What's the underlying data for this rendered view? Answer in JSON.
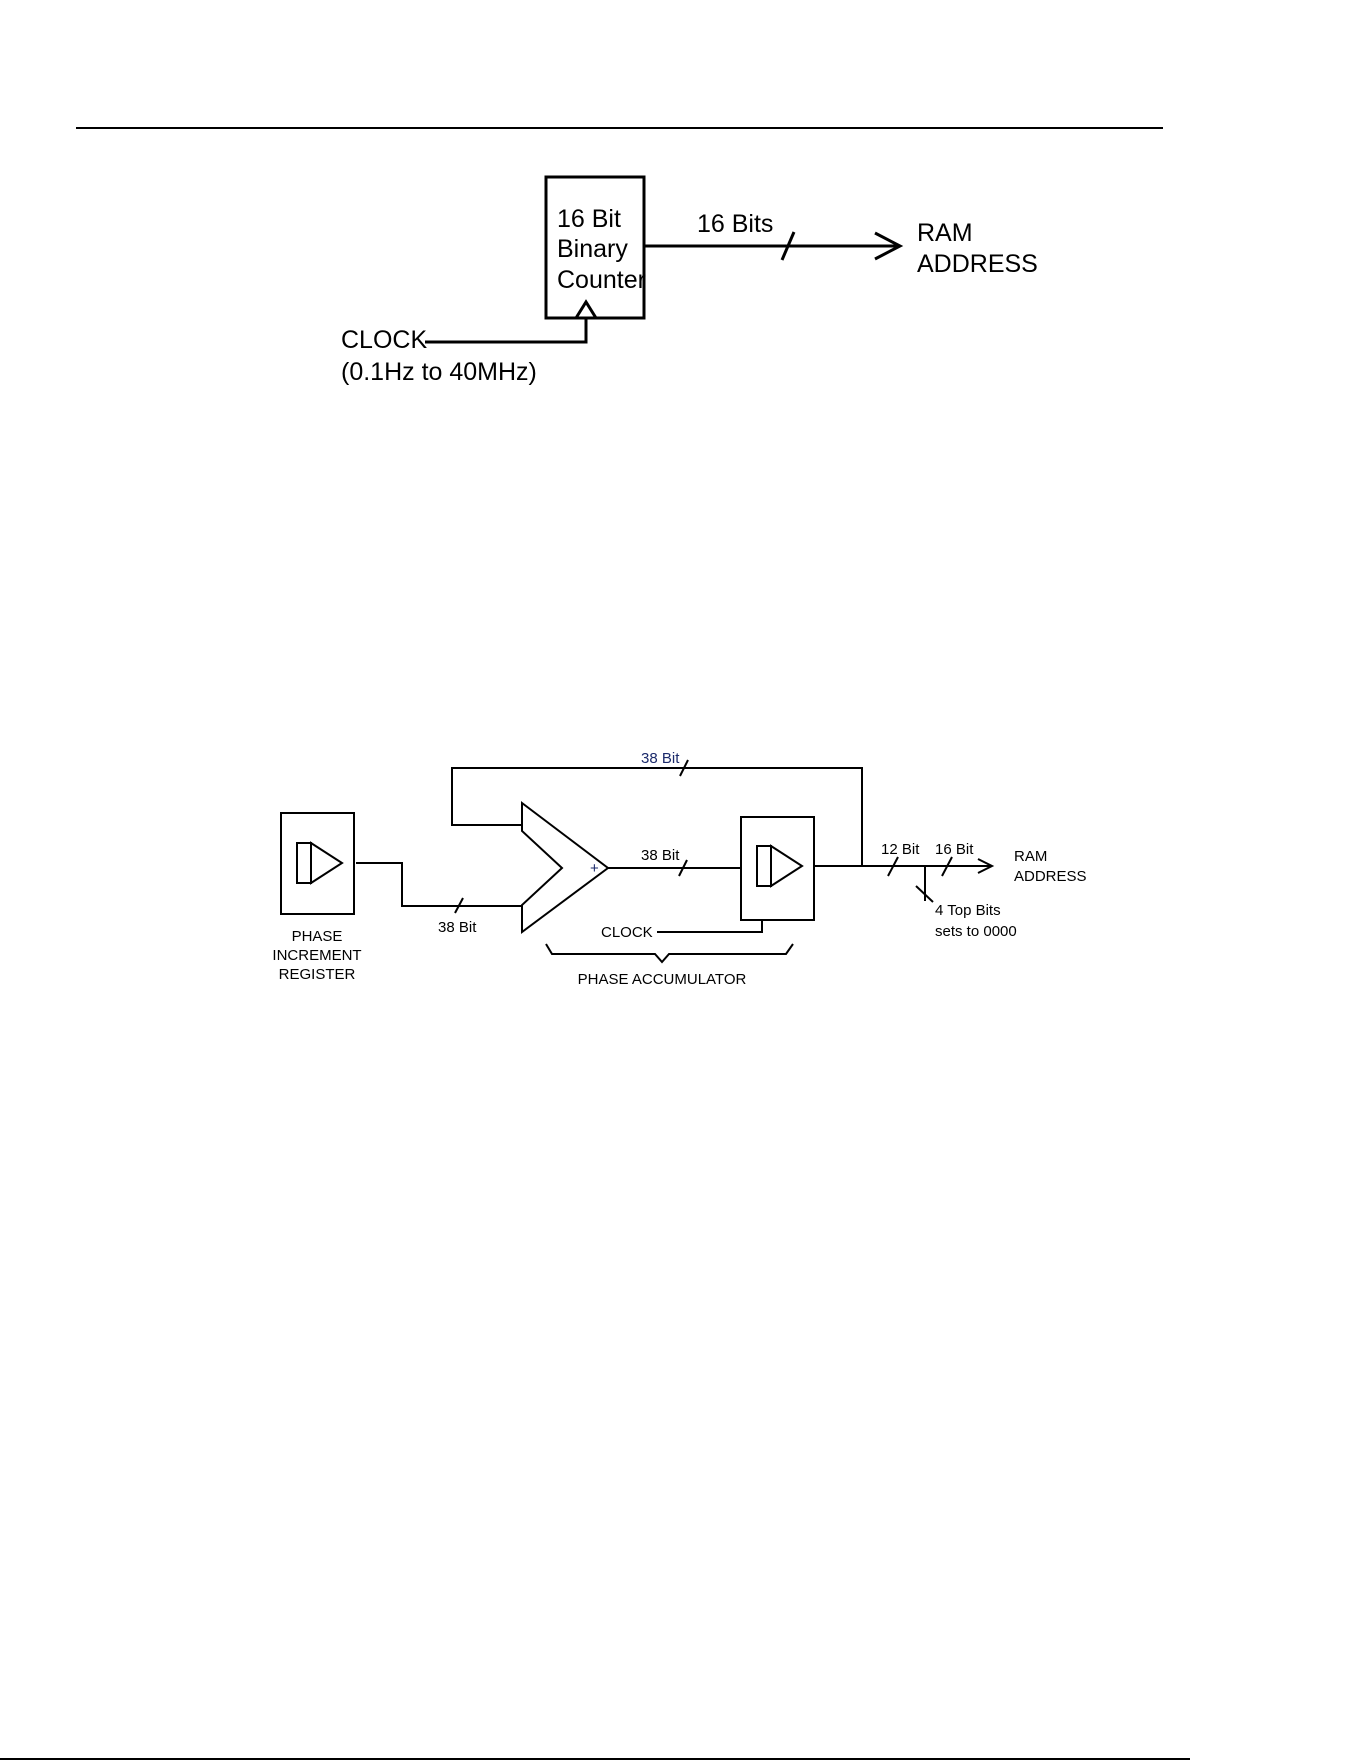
{
  "figure1": {
    "counter_line1": "16 Bit",
    "counter_line2": "Binary",
    "counter_line3": "Counter",
    "bus_label": "16 Bits",
    "output_line1": "RAM",
    "output_line2": "ADDRESS",
    "clock_label": "CLOCK",
    "clock_range": "(0.1Hz to 40MHz)"
  },
  "figure2": {
    "feedback_label": "38 Bit",
    "adder_out_label": "38 Bit",
    "adder_in_label": "38 Bit",
    "adder_sign": "+",
    "out_bits_label": "12 Bit",
    "ram_bits_label": "16 Bit",
    "output_line1": "RAM",
    "output_line2": "ADDRESS",
    "top_bits_line1": "4 Top Bits",
    "top_bits_line2": "sets to 0000",
    "clock_label": "CLOCK",
    "register_line1": "PHASE",
    "register_line2": "INCREMENT",
    "register_line3": "REGISTER",
    "accumulator_label": "PHASE ACCUMULATOR"
  },
  "colors": {
    "ink": "#000000",
    "accent_blue": "#1b2a6b"
  }
}
